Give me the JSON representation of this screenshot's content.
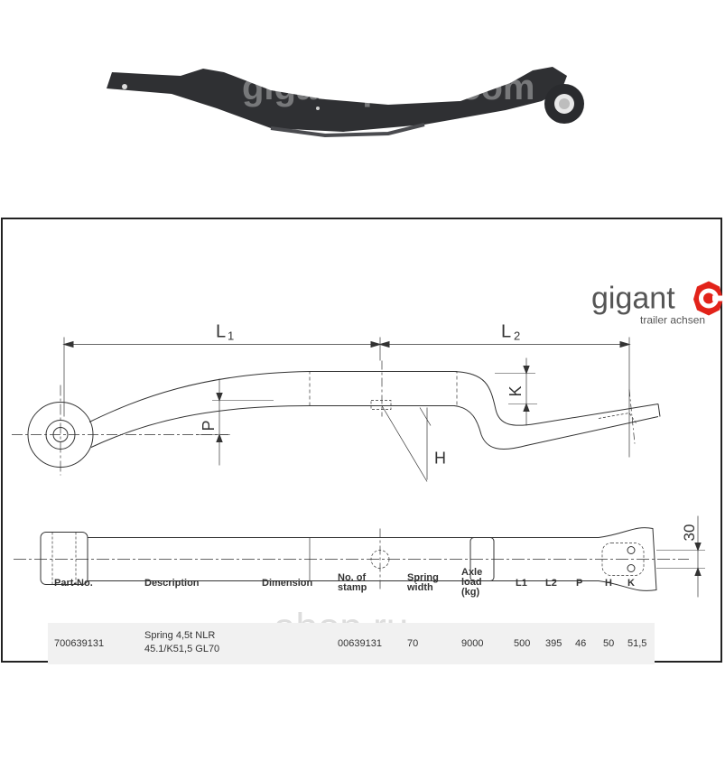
{
  "photo": {
    "watermark": "gigant-parts.com"
  },
  "brand": {
    "name": "gigant",
    "tagline": "trailer achsen",
    "accent": "#e2231a"
  },
  "dimension_labels": {
    "l1": "L",
    "l1_sub": "1",
    "l2": "L",
    "l2_sub": "2",
    "p": "P",
    "h": "H",
    "k": "K",
    "width": "30"
  },
  "watermark2": "abop.ru",
  "table": {
    "headers": {
      "part_no": "Part-No.",
      "description": "Description",
      "dimension": "Dimension",
      "stamp_1": "No. of",
      "stamp_2": "stamp",
      "width_1": "Spring",
      "width_2": "width",
      "load_1": "Axle",
      "load_2": "load",
      "load_3": "(kg)",
      "l1": "L1",
      "l2": "L2",
      "p": "P",
      "h": "H",
      "k": "K"
    },
    "row": {
      "part_no": "700639131",
      "description_1": "Spring 4,5t NLR",
      "description_2": "45.1/K51,5 GL70",
      "stamp": "00639131",
      "width": "70",
      "load": "9000",
      "l1": "500",
      "l2": "395",
      "p": "46",
      "h": "50",
      "k": "51,5"
    }
  }
}
